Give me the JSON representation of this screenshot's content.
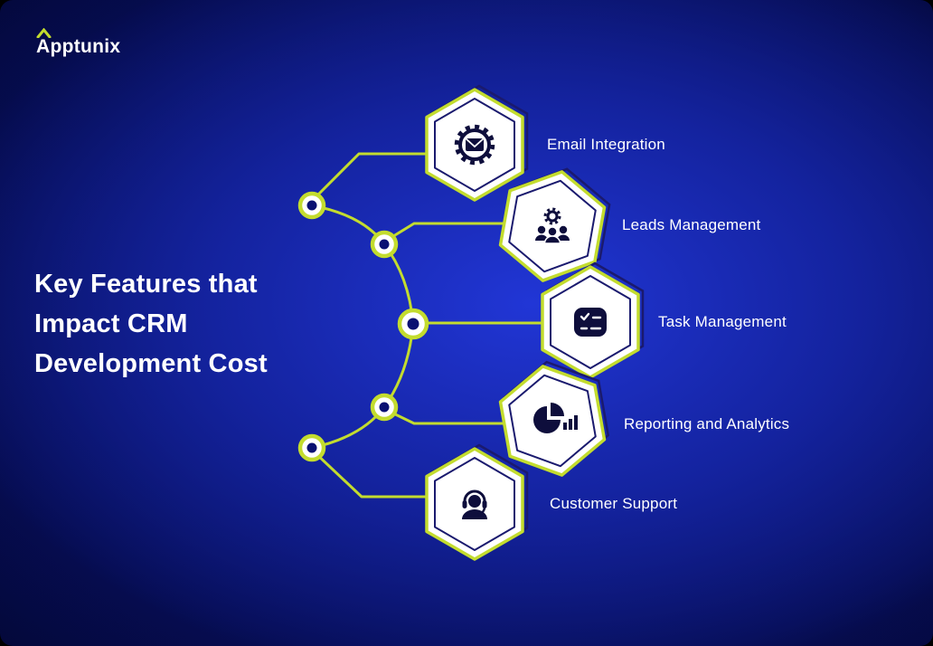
{
  "brand": {
    "name": "Apptunix"
  },
  "title": {
    "lines": [
      "Key Features that",
      "Impact CRM",
      "Development Cost"
    ]
  },
  "features": [
    {
      "label": "Email Integration",
      "icon": "gear-envelope-icon"
    },
    {
      "label": "Leads Management",
      "icon": "people-gear-icon"
    },
    {
      "label": "Task Management",
      "icon": "task-checklist-icon"
    },
    {
      "label": "Reporting and Analytics",
      "icon": "pie-chart-bars-icon"
    },
    {
      "label": "Customer Support",
      "icon": "support-agent-headset-icon"
    }
  ],
  "colors": {
    "accent_lime": "#c3dc2e",
    "hexagon_fill": "#ffffff",
    "hexagon_secondary_border": "#1a1a6e",
    "icon_navy": "#0e0e3c",
    "text": "#ffffff",
    "background_center": "#2136d6",
    "background_edge": "#02052b"
  }
}
